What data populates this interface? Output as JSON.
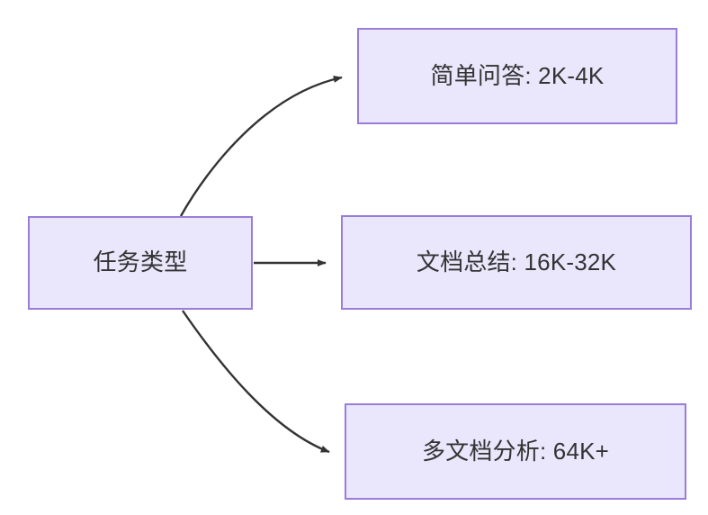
{
  "diagram": {
    "type": "flowchart",
    "direction": "left-to-right",
    "background_color": "#ffffff",
    "node_fill_color": "#eae6fb",
    "node_border_color": "#9a7ddb",
    "node_text_color": "#333333",
    "edge_color": "#333333",
    "source_node": {
      "id": "task-type",
      "label": "任务类型"
    },
    "targets": [
      {
        "id": "simple-qa",
        "label": "简单问答: 2K-4K",
        "task": "简单问答",
        "context_length": "2K-4K",
        "edge_style": "curved"
      },
      {
        "id": "doc-summary",
        "label": "文档总结: 16K-32K",
        "task": "文档总结",
        "context_length": "16K-32K",
        "edge_style": "straight"
      },
      {
        "id": "multidoc-analysis",
        "label": "多文档分析: 64K+",
        "task": "多文档分析",
        "context_length": "64K+",
        "edge_style": "curved"
      }
    ]
  }
}
